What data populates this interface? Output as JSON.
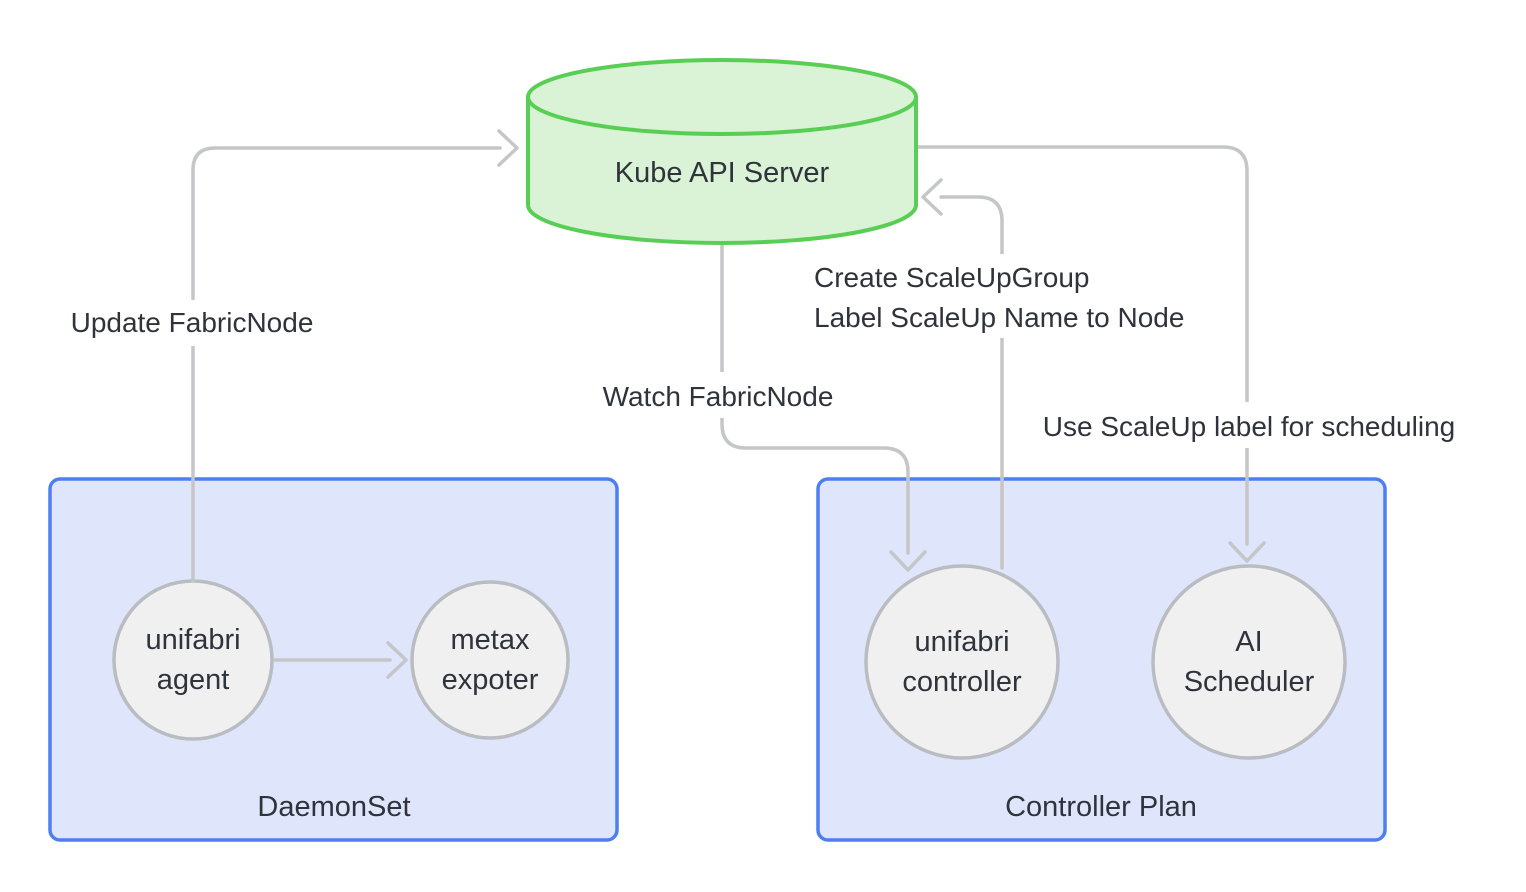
{
  "colors": {
    "background": "#ffffff",
    "api_fill": "#daf2d5",
    "api_stroke": "#58ce55",
    "group_fill": "#dfe6fb",
    "group_stroke": "#4d7ef2",
    "node_fill": "#f0f0f1",
    "node_stroke": "#b9bcc0",
    "edge": "#c5c6c8",
    "text": "#2f333b"
  },
  "api_server": {
    "label": "Kube API Server"
  },
  "groups": {
    "daemonset": {
      "label": "DaemonSet"
    },
    "controller_plan": {
      "label": "Controller Plan"
    }
  },
  "nodes": {
    "unifabri_agent": {
      "line1": "unifabri",
      "line2": "agent"
    },
    "metax_expoter": {
      "line1": "metax",
      "line2": "expoter"
    },
    "unifabri_controller": {
      "line1": "unifabri",
      "line2": "controller"
    },
    "ai_scheduler": {
      "line1": "AI",
      "line2": "Scheduler"
    }
  },
  "edges": {
    "update_fabricnode": {
      "label": "Update FabricNode"
    },
    "watch_fabricnode": {
      "label": "Watch FabricNode"
    },
    "create_scaleupgroup": {
      "line1": "Create ScaleUpGroup",
      "line2": "Label ScaleUp Name to Node"
    },
    "use_scaleup_label": {
      "label": "Use ScaleUp label for scheduling"
    }
  }
}
